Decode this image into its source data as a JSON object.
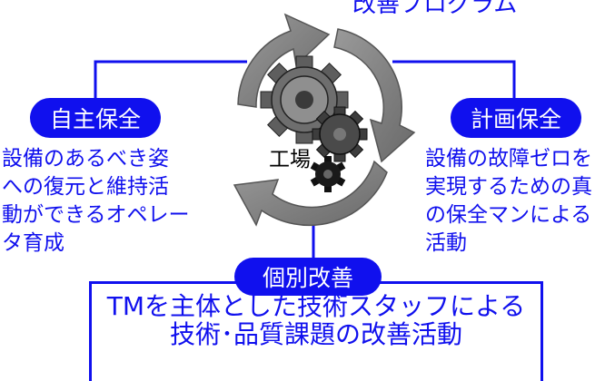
{
  "title": "改善プログラム",
  "center_label": "工場",
  "colors": {
    "accent": "#1010ee",
    "arrow": "#808080",
    "gear_large": "#6e6e6e",
    "gear_medium": "#444444",
    "gear_small": "#111111",
    "text": "#000000"
  },
  "left": {
    "heading": "自主保全",
    "lines": [
      "設備のあるべき姿",
      "への復元と維持活",
      "動ができるオペレー",
      "タ育成"
    ]
  },
  "right": {
    "heading": "計画保全",
    "lines": [
      "設備の故障ゼロを",
      "実現するための真",
      "の保全マンによる",
      "活動"
    ]
  },
  "bottom": {
    "heading": "個別改善",
    "lines": [
      "TMを主体とした技術スタッフによる",
      "技術･品質課題の改善活動"
    ]
  }
}
